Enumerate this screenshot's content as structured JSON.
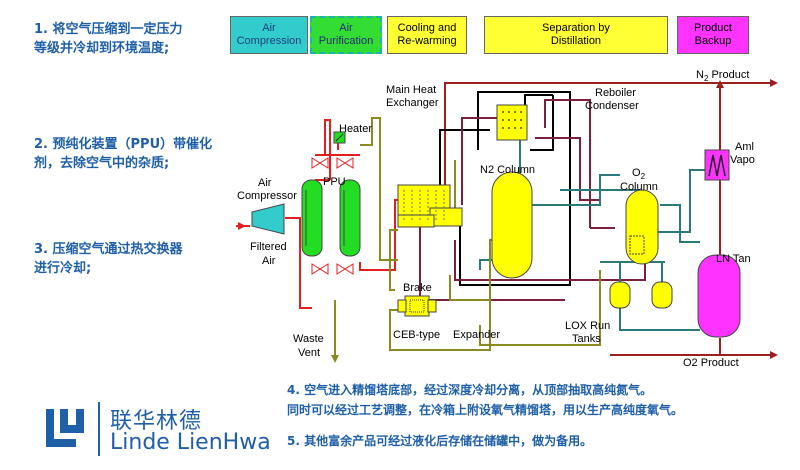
{
  "notes": {
    "step1": "1. 将空气压缩到一定压力\n等级并冷却到环境温度;",
    "step2": "2. 预纯化装置（PPU）带催化\n剂，去除空气中的杂质;",
    "step3": "3. 压缩空气通过热交换器\n进行冷却;",
    "step4": "4. 空气进入精馏塔底部，经过深度冷却分离，从顶部抽取高纯氮气。\n同时可以经过工艺调整，在冷箱上附设氧气精馏塔，用以生产高纯度氧气。",
    "step5": "5. 其他富余产品可经过液化后存储在储罐中，做为备用。"
  },
  "stages": [
    {
      "label": "Air\nCompression",
      "color": "#33cccc"
    },
    {
      "label": "Air\nPurification",
      "color": "#33dd33"
    },
    {
      "label": "Cooling and\nRe-warming",
      "color": "#ffff33"
    },
    {
      "label": "Separation by\nDistillation",
      "color": "#ffff33"
    },
    {
      "label": "Product\nBackup",
      "color": "#ff33ff"
    }
  ],
  "diagram": {
    "main_heat_exchanger": "Main Heat\nExchanger",
    "reboiler_condenser": "Reboiler\nCondenser",
    "heater": "Heater",
    "ppu": "PPU",
    "air_compressor": "Air\nCompressor",
    "filtered_air": "Filtered\nAir",
    "waste_vent": "Waste\nVent",
    "n2_column": "N2 Column",
    "o2_column_line1": "O",
    "o2_column_sub": "2",
    "o2_column_line2": "Column",
    "n2_product_main": "N",
    "n2_product_sub": "2",
    "n2_product_rest": " Product",
    "ambient_vaporizer": "Aml\nVapo",
    "ln_tank": "LN Tan",
    "lox_run_tanks": "LOX Run\nTanks",
    "o2_product": "O2 Product",
    "brake": "Brake",
    "ceb_type": "CEB-type",
    "expander": "Expander"
  },
  "logo": {
    "chinese": "联华林德",
    "english": "Linde LienHwa"
  },
  "colors": {
    "note_text": "#1f5fa8",
    "air_line": "#e02020",
    "waste_line": "#8a8a22",
    "n2_line": "#000000",
    "oxygen_line": "#7a1f3d",
    "liquid_line": "#2a7a7a",
    "product_line": "#9b2020",
    "equipment_yellow": "#ffff00",
    "equipment_green": "#22dd22",
    "equipment_magenta": "#ff33ff"
  }
}
